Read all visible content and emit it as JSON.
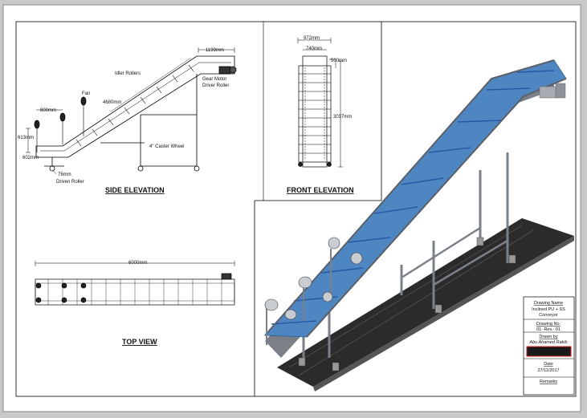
{
  "views": {
    "side_title": "SIDE ELEVATION",
    "front_title": "FRONT ELEVATION",
    "top_title": "TOP VIEW"
  },
  "side": {
    "dim_top": "1199mm",
    "idler": "Idler Rollers",
    "fan": "Fan",
    "dim_800": "800mm",
    "dim_length": "4680mm",
    "gear_motor": "Gear Motor",
    "driver_roller": "Driver Roller",
    "dim_613": "613mm",
    "dim_602": "602mm",
    "caster": "4\" Caster Wheel",
    "dim_76": "76mm",
    "driven": "Driven Roller"
  },
  "front": {
    "dim_972": "972mm",
    "dim_740": "740mm",
    "dim_500": "500mm",
    "dim_3037": "3037mm"
  },
  "top": {
    "dim_6000": "6000mm"
  },
  "title_block": {
    "name_label": "Drawing Name",
    "name_line1": "Inclined PU + SS",
    "name_line2": "Conveyor",
    "no_label": "Drawing No.",
    "no_value": "01- Rev.- 01",
    "drawn_label": "Drawn by",
    "drawn_value": "Abu Ahamed Rakib",
    "date_label": "Date",
    "date_value": "27/11/2017",
    "remarks_label": "Remarks"
  },
  "colors": {
    "belt": "#4e86c2",
    "belt_edge": "#2e5f95",
    "frame": "#7b8088",
    "base": "#2b2b2b",
    "redaction": "#1a1a1a",
    "redaction_border": "#d01c1c"
  }
}
